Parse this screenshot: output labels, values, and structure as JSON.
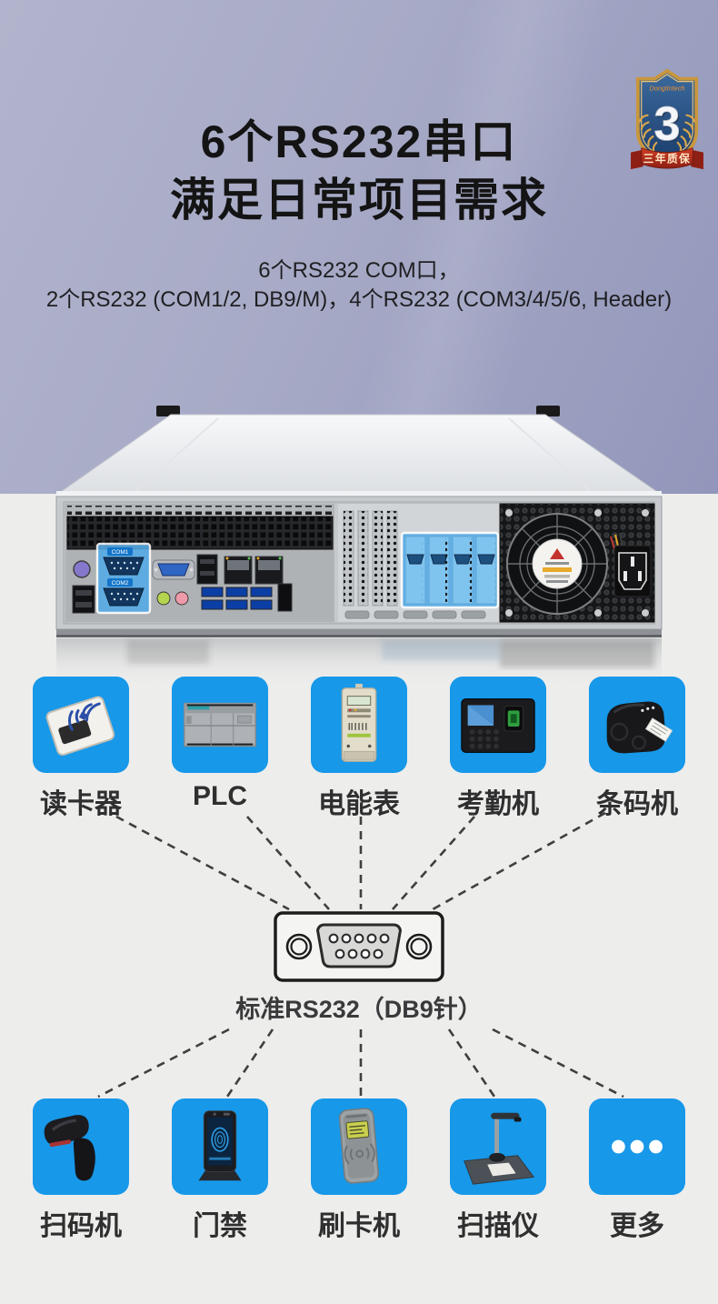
{
  "badge": {
    "brand": "Dongtintech",
    "years_number": "3",
    "ribbon_text": "三年质保"
  },
  "hero": {
    "title_line1": "6个RS232串口",
    "title_line2": "满足日常项目需求",
    "subtitle_line1": "6个RS232 COM口，",
    "subtitle_line2": "2个RS232 (COM1/2, DB9/M)，4个RS232 (COM3/4/5/6, Header)"
  },
  "server": {
    "com_port_labels": [
      "COM1",
      "COM2"
    ]
  },
  "connector": {
    "label": "标准RS232（DB9针）"
  },
  "devices_top": [
    {
      "label": "读卡器"
    },
    {
      "label": "PLC"
    },
    {
      "label": "电能表"
    },
    {
      "label": "考勤机"
    },
    {
      "label": "条码机"
    }
  ],
  "devices_bottom": [
    {
      "label": "扫码机"
    },
    {
      "label": "门禁"
    },
    {
      "label": "刷卡机"
    },
    {
      "label": "扫描仪"
    },
    {
      "label": "更多"
    }
  ],
  "colors": {
    "tile_blue": "#1798e9",
    "hero_bg_start": "#b2b4cd",
    "hero_bg_end": "#9296ba",
    "page_bg": "#ededec",
    "title_color": "#141414",
    "label_color": "#2f2f2f",
    "dash_color": "#3f3f3f",
    "badge_gold": "#d9a54a",
    "badge_blue": "#2a4e7e",
    "ribbon_red": "#b92d1e",
    "highlight_blue": "#5aaff0"
  }
}
